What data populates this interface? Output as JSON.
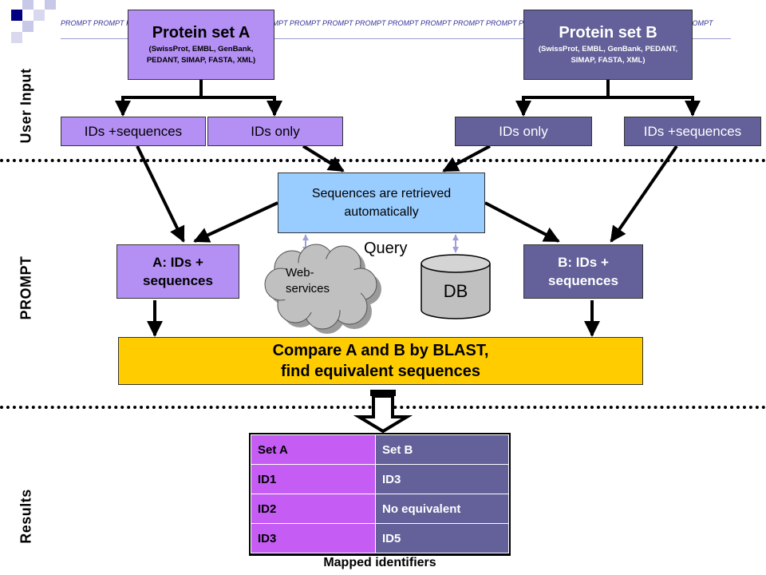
{
  "banner_text": "PROMPT PROMPT PROMPT PROMPT PROMPT PROMPT PROMPT PROMPT PROMPT PROMPT PROMPT PROMPT PROMPT PROMPT PROMPT PROMPT PROMPT PROMPT PROMPT PROMPT",
  "sections": {
    "user_input": "User Input",
    "prompt": "PROMPT",
    "results": "Results"
  },
  "set_a": {
    "title": "Protein set A",
    "formats": "(SwissProt, EMBL, GenBank, PEDANT, SIMAP, FASTA, XML)"
  },
  "set_b": {
    "title": "Protein set B",
    "formats": "(SwissProt, EMBL, GenBank, PEDANT, SIMAP, FASTA, XML)"
  },
  "inputs": {
    "a_ids_seq": "IDs +sequences",
    "a_ids_only": "IDs only",
    "b_ids_only": "IDs only",
    "b_ids_seq": "IDs +sequences"
  },
  "retrieve": "Sequences are retrieved automatically",
  "query": "Query",
  "web_services": "Web- services",
  "db": "DB",
  "a_result": "A: IDs + sequences",
  "b_result": "B: IDs + sequences",
  "compare": {
    "line1": "Compare A and B by BLAST,",
    "line2": "find equivalent sequences"
  },
  "table": {
    "header": [
      "Set A",
      "Set B"
    ],
    "rows": [
      [
        "ID1",
        "ID3"
      ],
      [
        "ID2",
        "No equivalent"
      ],
      [
        "ID3",
        "ID5"
      ]
    ],
    "caption": "Mapped identifiers"
  },
  "colors": {
    "purple": "#b490f4",
    "slate": "#63609a",
    "blue": "#99ccff",
    "yellow": "#ffcc00",
    "table_a": "#c55df5"
  }
}
